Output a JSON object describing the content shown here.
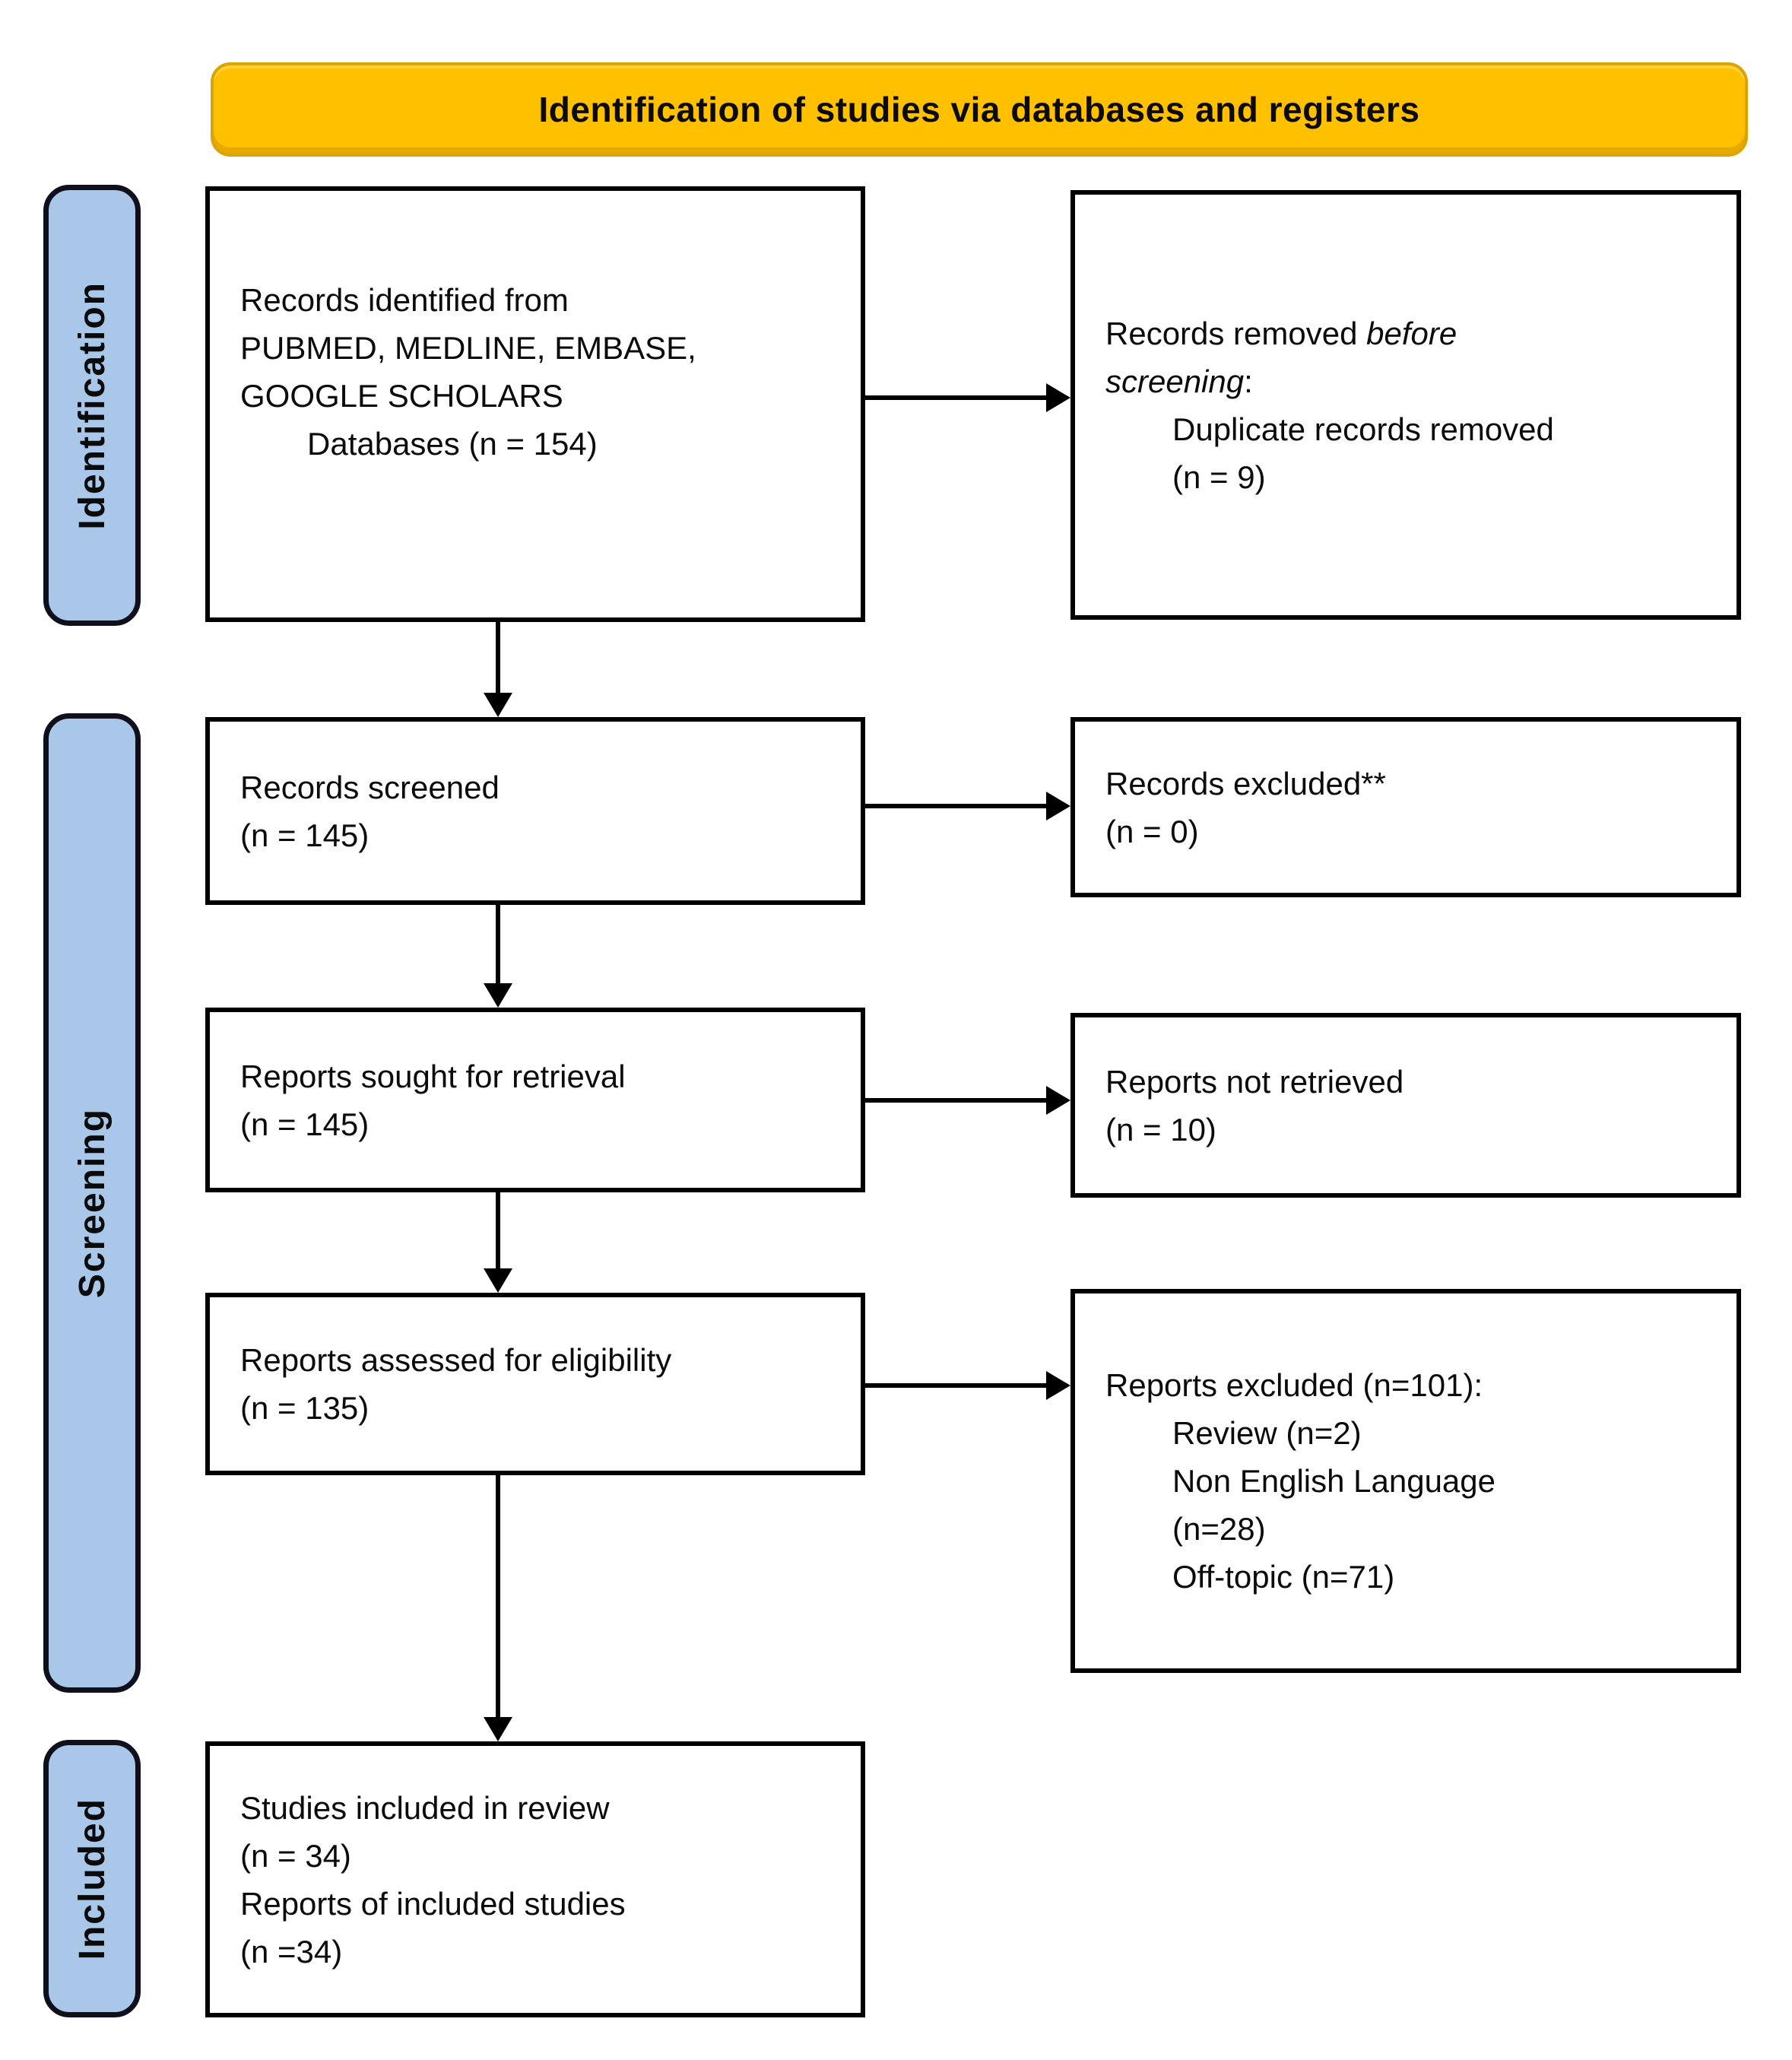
{
  "banner": {
    "title": "Identification of studies via databases and registers"
  },
  "colors": {
    "banner_fill": "#FFC000",
    "banner_border": "#DDA400",
    "stage_fill": "#A9C7E8",
    "box_border": "#000000",
    "arrow": "#000000"
  },
  "stages": [
    {
      "label": "Identification"
    },
    {
      "label": "Screening"
    },
    {
      "label": "Included"
    }
  ],
  "boxes": {
    "identified": {
      "lines": [
        "Records identified from",
        "PUBMED, MEDLINE, EMBASE,",
        "GOOGLE SCHOLARS"
      ],
      "indented_line": "Databases (n = 154)"
    },
    "removed": {
      "line1_regular": "Records removed ",
      "line1_italic": "before",
      "line2_italic": "screening",
      "line2_regular": ":",
      "detail_lines": [
        "Duplicate records removed",
        "(n = 9)"
      ]
    },
    "screened": {
      "lines": [
        "Records screened",
        "(n = 145)"
      ]
    },
    "excluded": {
      "lines": [
        "Records excluded**",
        "(n = 0)"
      ]
    },
    "sought": {
      "lines": [
        "Reports sought for retrieval",
        "(n = 145)"
      ]
    },
    "not_retrieved": {
      "lines": [
        "Reports not retrieved",
        "(n = 10)"
      ]
    },
    "assessed": {
      "lines": [
        "Reports assessed for eligibility",
        "(n = 135)"
      ]
    },
    "reports_excluded": {
      "header": "Reports excluded (n=101):",
      "reasons": [
        "Review (n=2)",
        "Non English Language",
        "(n=28)",
        "Off-topic (n=71)"
      ]
    },
    "included_box": {
      "lines": [
        "Studies included in review",
        "(n = 34)",
        "Reports of included studies",
        "(n =34)"
      ]
    }
  }
}
